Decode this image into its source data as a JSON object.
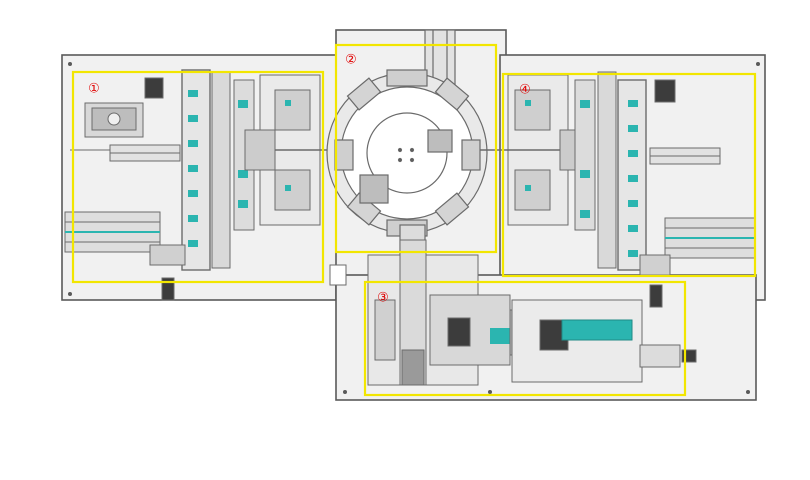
{
  "colors": {
    "frame": "#5a5a5a",
    "plate": "#f1f1f1",
    "machine": "#8a8a8a",
    "accent": "#2bb5b0",
    "highlight": "#f2e600",
    "label": "#e00000"
  },
  "stations": [
    {
      "id": "station-1",
      "label": "①"
    },
    {
      "id": "station-2",
      "label": "②"
    },
    {
      "id": "station-3",
      "label": "③"
    },
    {
      "id": "station-4",
      "label": "④"
    }
  ]
}
